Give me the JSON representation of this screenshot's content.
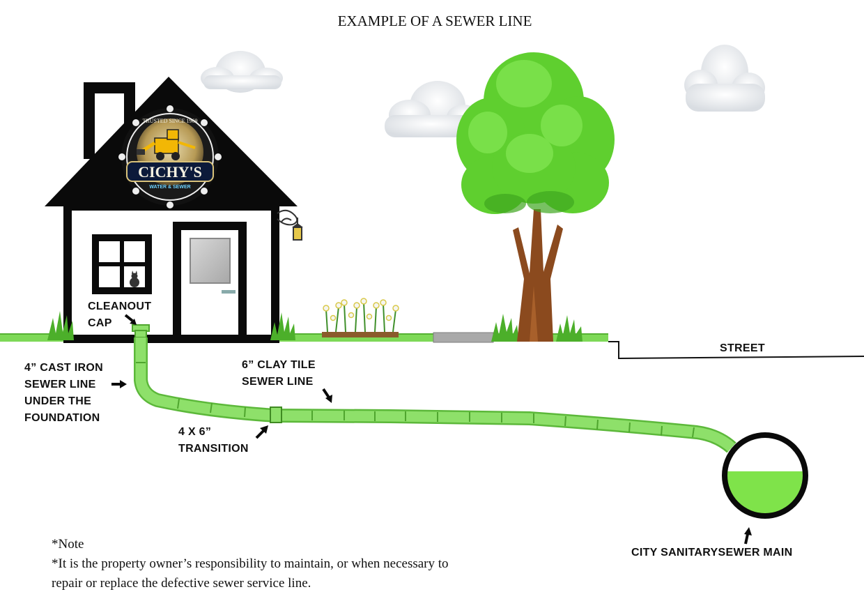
{
  "title": "EXAMPLE OF A SEWER LINE",
  "logo": {
    "arc_text": "TRUSTED SINCE 1969",
    "brand": "CICHY'S",
    "tagline": "WATER & SEWER"
  },
  "labels": {
    "cleanout": [
      "CLEANOUT",
      "CAP"
    ],
    "cast_iron": [
      "4” CAST IRON",
      "SEWER LINE",
      "UNDER THE",
      "FOUNDATION"
    ],
    "clay_tile": [
      "6” CLAY TILE",
      "SEWER LINE"
    ],
    "transition": [
      "4 X 6”",
      "TRANSITION"
    ],
    "street": "STREET",
    "main": "CITY SANITARYSEWER MAIN"
  },
  "notes": [
    "*Note",
    "*It is the property owner’s responsibility to maintain, or when necessary to",
    "repair or replace the defective sewer service line."
  ],
  "colors": {
    "pipe": "#8ee06a",
    "pipe_outline": "#5cb83a",
    "ground": "#7ed957",
    "house_outline": "#111111",
    "roof": "#0a0a0a",
    "trunk": "#8b4a1e",
    "foliage": "#5fcf2f",
    "sewage": "#7fe34a"
  }
}
